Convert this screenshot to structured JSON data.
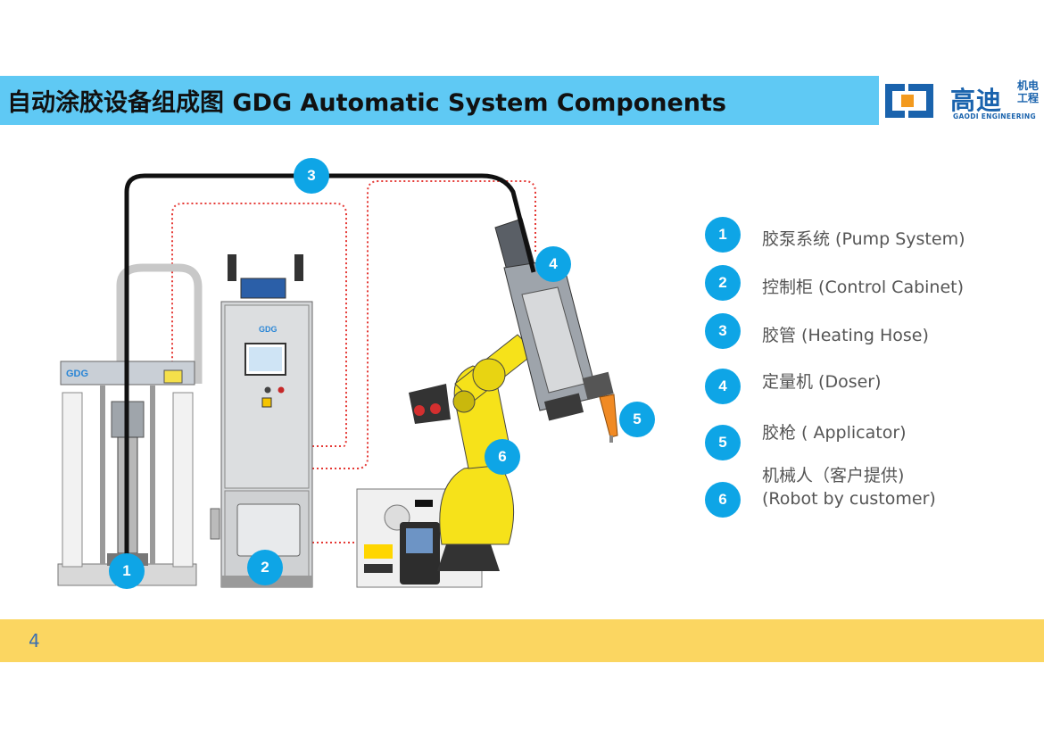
{
  "header": {
    "title": "自动涂胶设备组成图 GDG Automatic System Components",
    "logo_cn": "高迪",
    "logo_cn_small": "机电工程",
    "logo_en": "GAODI ENGINEERING"
  },
  "diagram": {
    "callouts": [
      "1",
      "2",
      "3",
      "4",
      "5",
      "6"
    ]
  },
  "legend": {
    "items": [
      {
        "num": "1",
        "label": "胶泵系统 (Pump System)"
      },
      {
        "num": "2",
        "label": "控制柜 (Control Cabinet)"
      },
      {
        "num": "3",
        "label": "胶管 (Heating Hose)"
      },
      {
        "num": "4",
        "label": "定量机 (Doser)"
      },
      {
        "num": "5",
        "label": "胶枪 ( Applicator)"
      },
      {
        "num": "6",
        "label_line1": "机械人（客户提供)",
        "label_line2": "(Robot by customer)"
      }
    ]
  },
  "footer": {
    "page_number": "4"
  },
  "colors": {
    "title_bar": "#5fc9f4",
    "badge": "#0ea5e6",
    "footer_bar": "#fbd661",
    "logo": "#1a63ad",
    "robot": "#f6e21a"
  }
}
